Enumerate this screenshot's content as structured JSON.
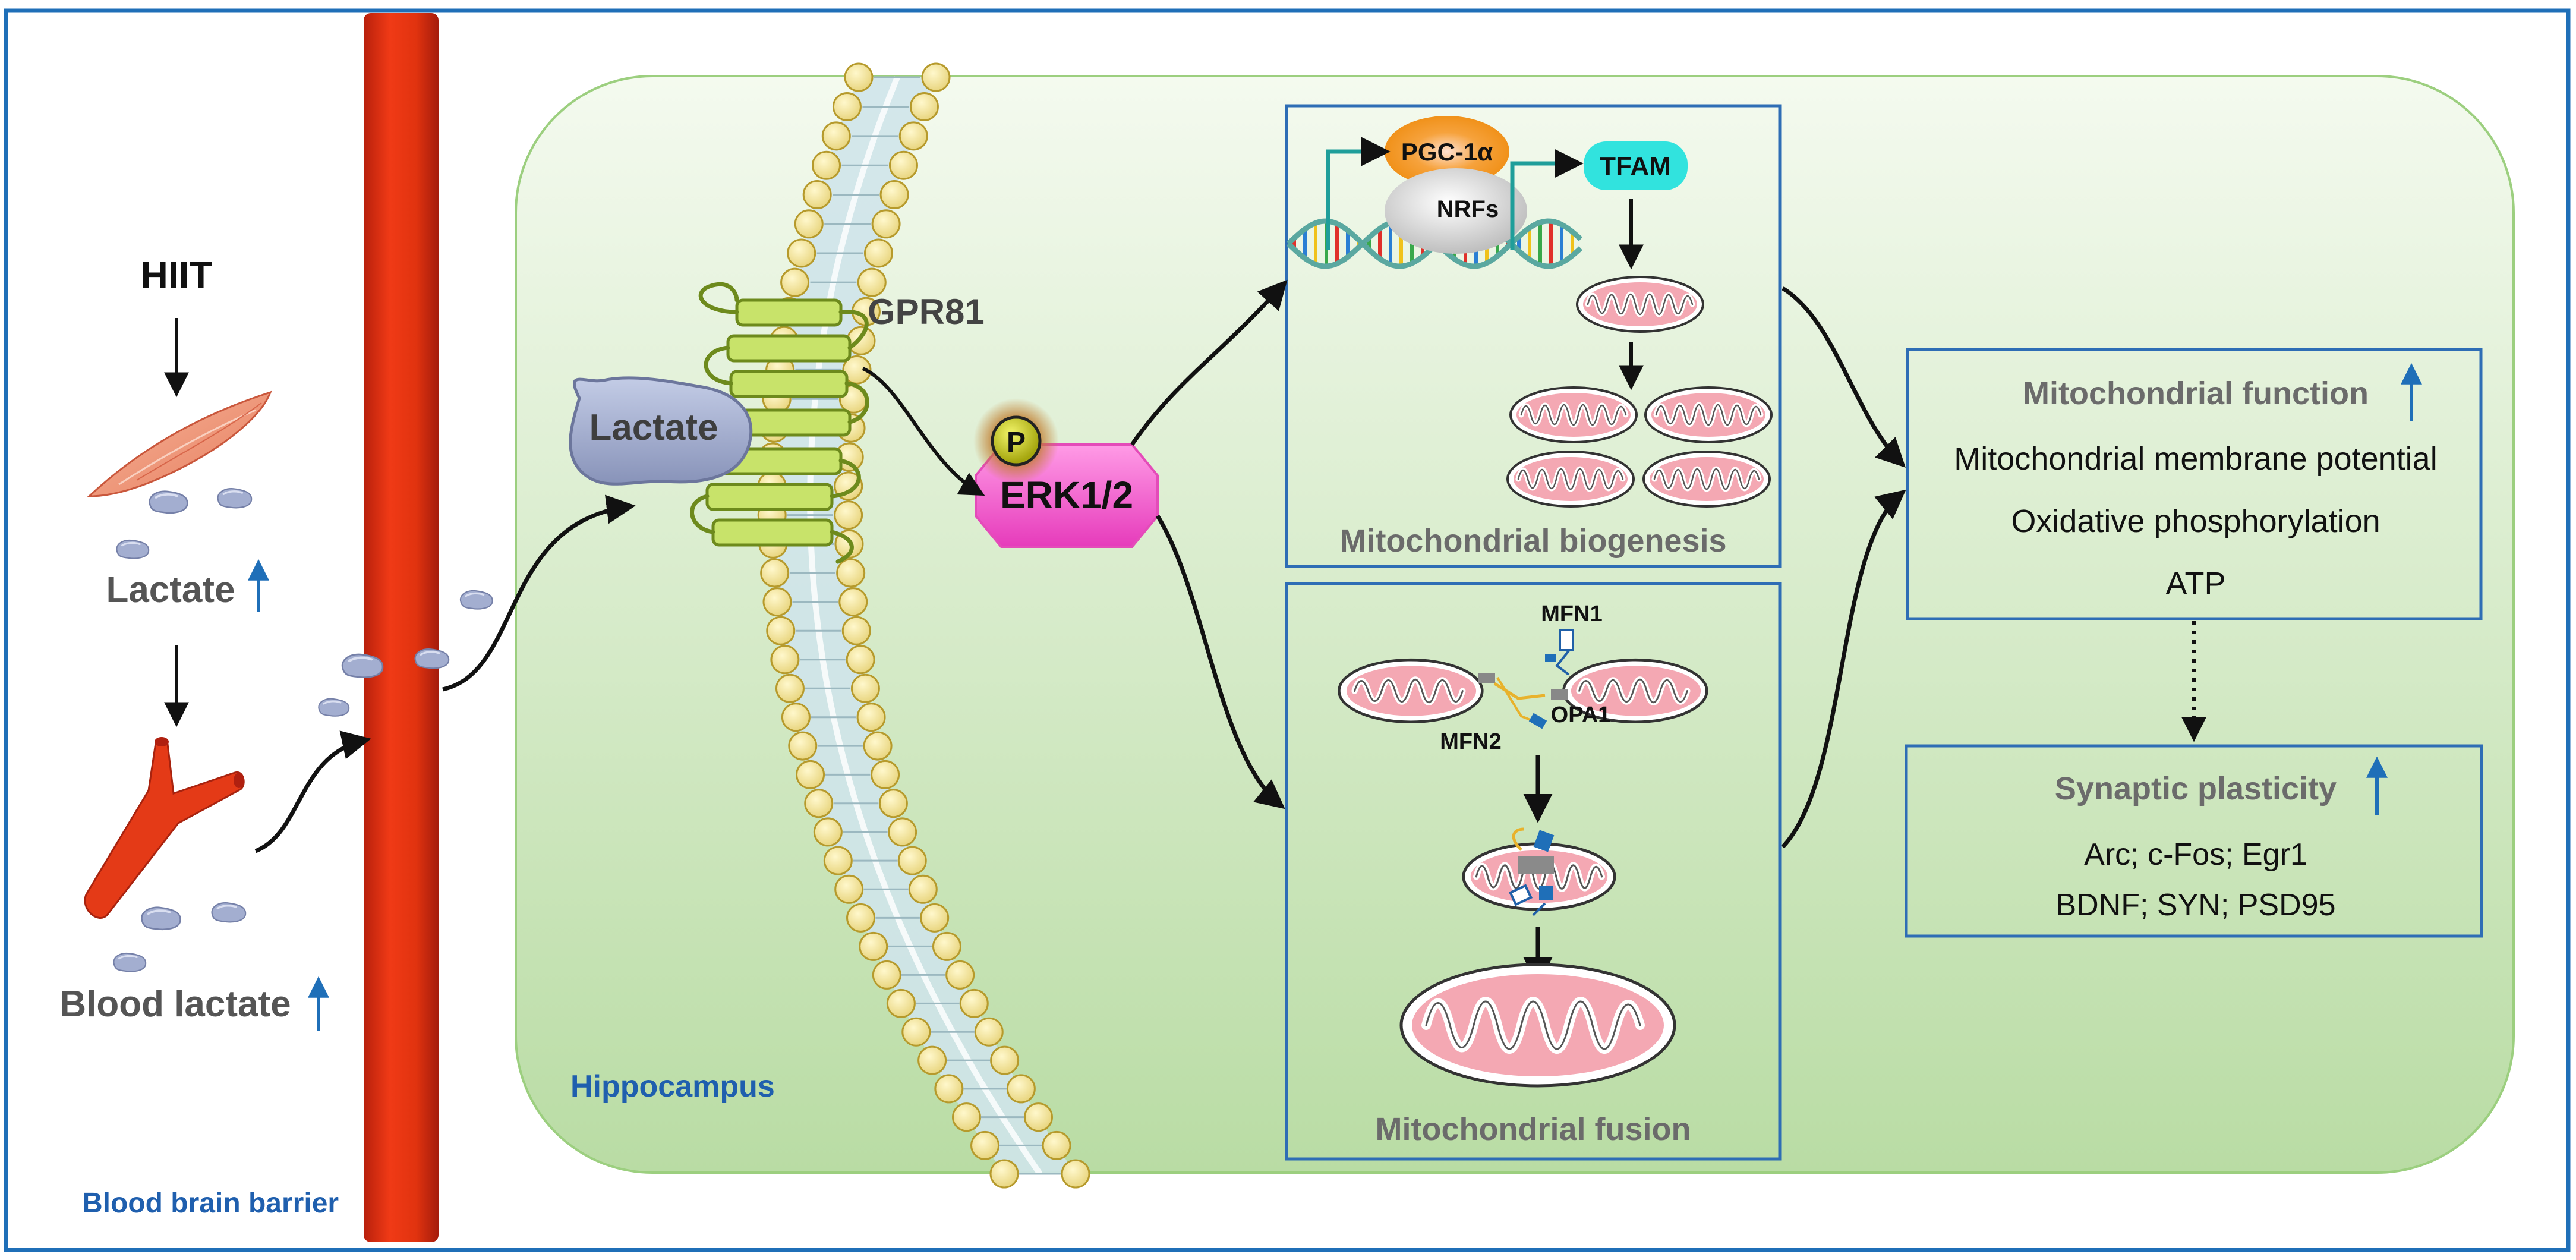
{
  "labels": {
    "hiit": "HIIT",
    "lactate_muscle": "Lactate",
    "blood_lactate": "Blood lactate",
    "bbb": "Blood brain barrier",
    "hippocampus": "Hippocampus",
    "lactate_receptor": "Lactate",
    "gpr81": "GPR81",
    "phospho": "P",
    "erk": "ERK1/2",
    "pgc": "PGC-1α",
    "nrfs": "NRFs",
    "tfam": "TFAM",
    "biogenesis": "Mitochondrial biogenesis",
    "mfn1": "MFN1",
    "mfn2": "MFN2",
    "opa1": "OPA1",
    "fusion": "Mitochondrial fusion"
  },
  "function_box": {
    "title": "Mitochondrial function",
    "items": [
      "Mitochondrial membrane potential",
      "Oxidative phosphorylation",
      "ATP"
    ]
  },
  "synaptic_box": {
    "title": "Synaptic plasticity",
    "line1": "Arc; c-Fos; Egr1",
    "line2": "BDNF; SYN; PSD95"
  },
  "colors": {
    "frame": "#1f6fb8",
    "vessel": "#e03512",
    "vessel_dark": "#a81f10",
    "cell_fill": "#d6ebc8",
    "box_border": "#2e6db5",
    "up_arrow": "#1f6fb8",
    "gray_title": "#6b6b6b",
    "lactate_blob": "#9aa6c8",
    "erk": "#f25ec9",
    "pgc": "#f39a12",
    "tfam": "#31e3de",
    "mito_pink": "#f4a8b3",
    "helix_green": "#5aa8a0"
  },
  "icons": [
    "muscle-icon",
    "blood-vessel-icon",
    "membrane-bilayer-icon",
    "dna-icon",
    "mitochondrion-icon",
    "up-arrow-icon"
  ]
}
